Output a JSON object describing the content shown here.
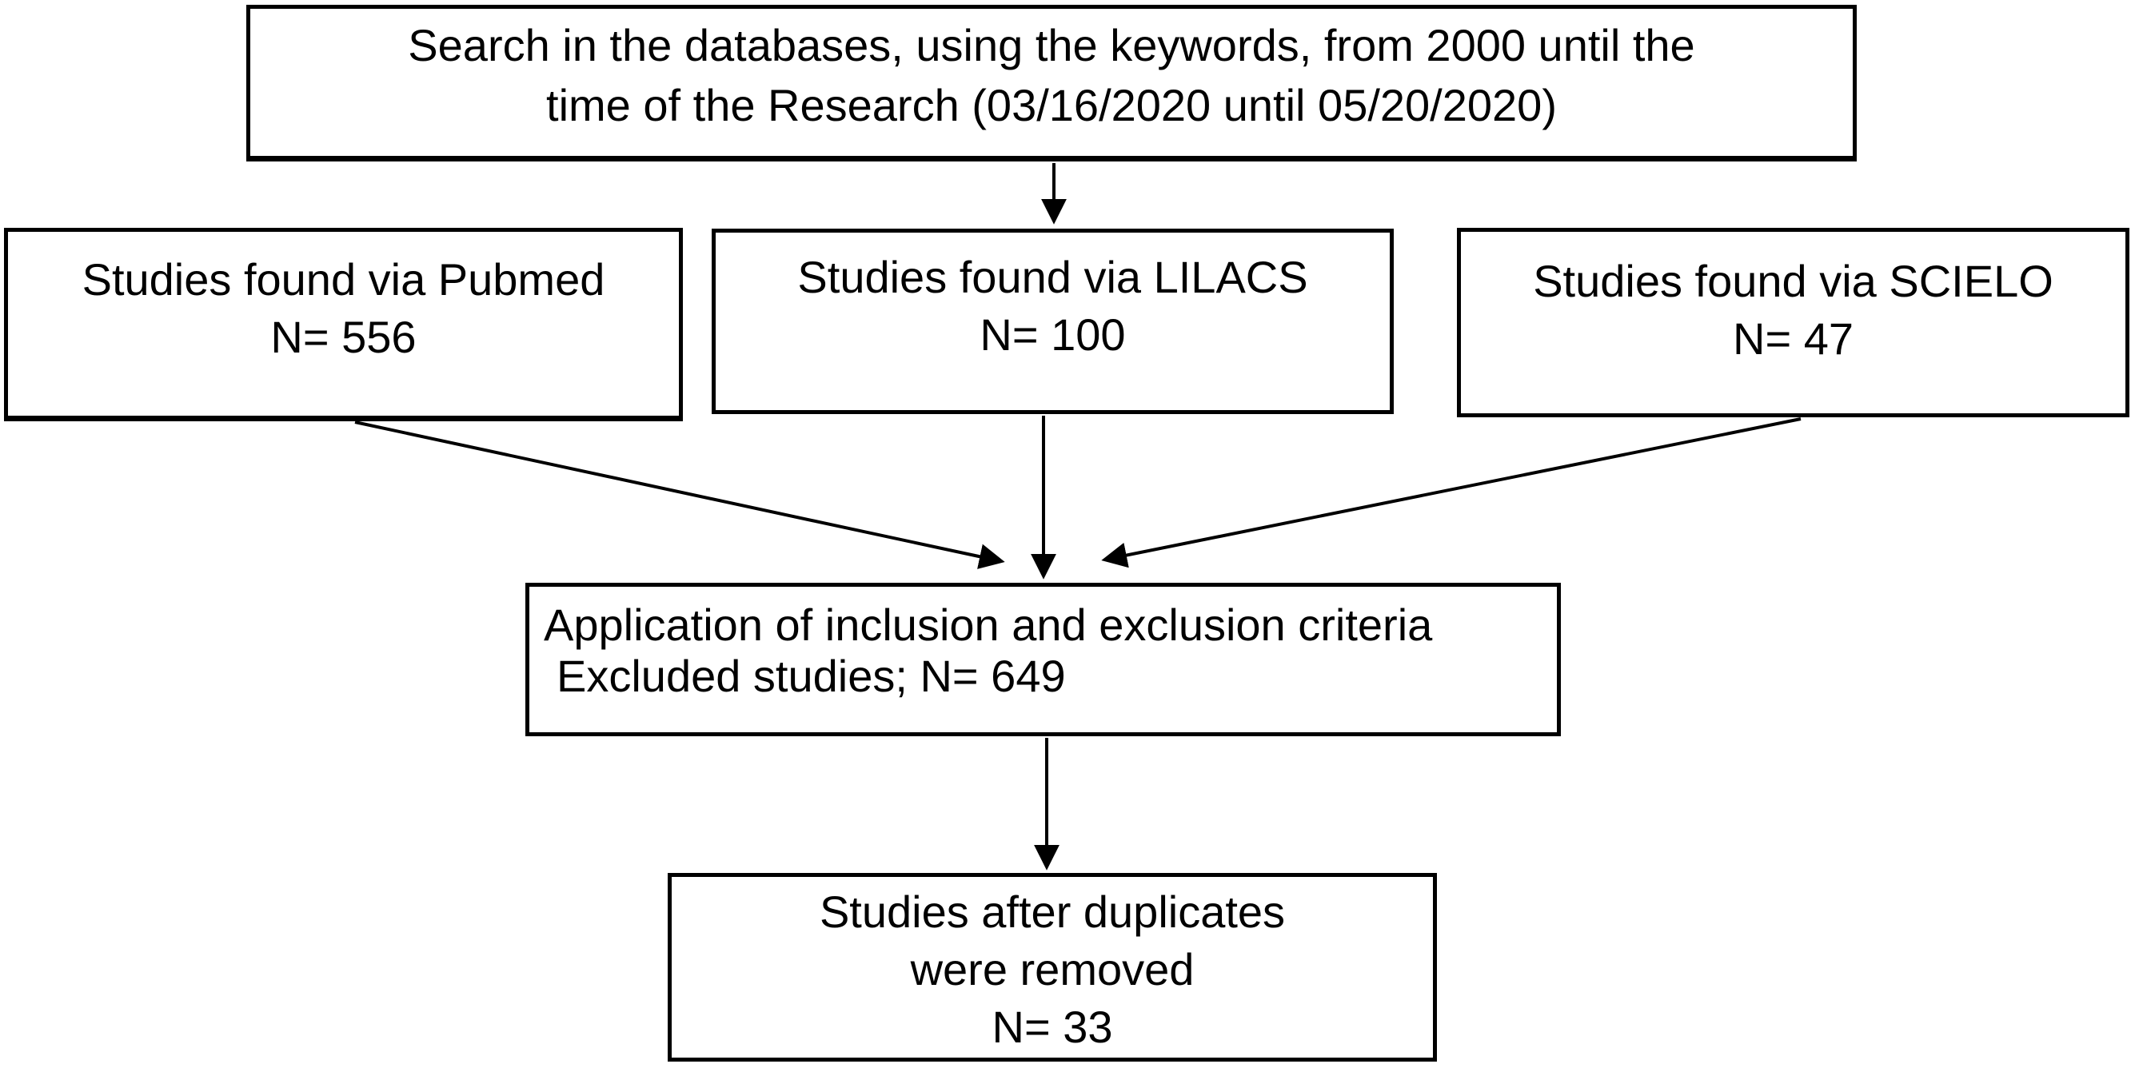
{
  "flowchart": {
    "colors": {
      "background": "#ffffff",
      "line": "#000000",
      "text": "#000000"
    },
    "search_box": {
      "line1": "Search in the databases, using the keywords, from 2000 until the",
      "line2": "time of the Research (03/16/2020 until 05/20/2020)"
    },
    "pubmed_box": {
      "label": "Studies found via Pubmed",
      "count": "N= 556"
    },
    "lilacs_box": {
      "label": "Studies found via LILACS",
      "count": "N= 100"
    },
    "scielo_box": {
      "label": "Studies found via SCIELO",
      "count": "N= 47"
    },
    "criteria_box": {
      "line1": "Application of inclusion and exclusion criteria",
      "line2": "Excluded studies; N= 649"
    },
    "duplicates_box": {
      "line1": "Studies after duplicates",
      "line2": "were removed",
      "count": "N= 33"
    }
  }
}
